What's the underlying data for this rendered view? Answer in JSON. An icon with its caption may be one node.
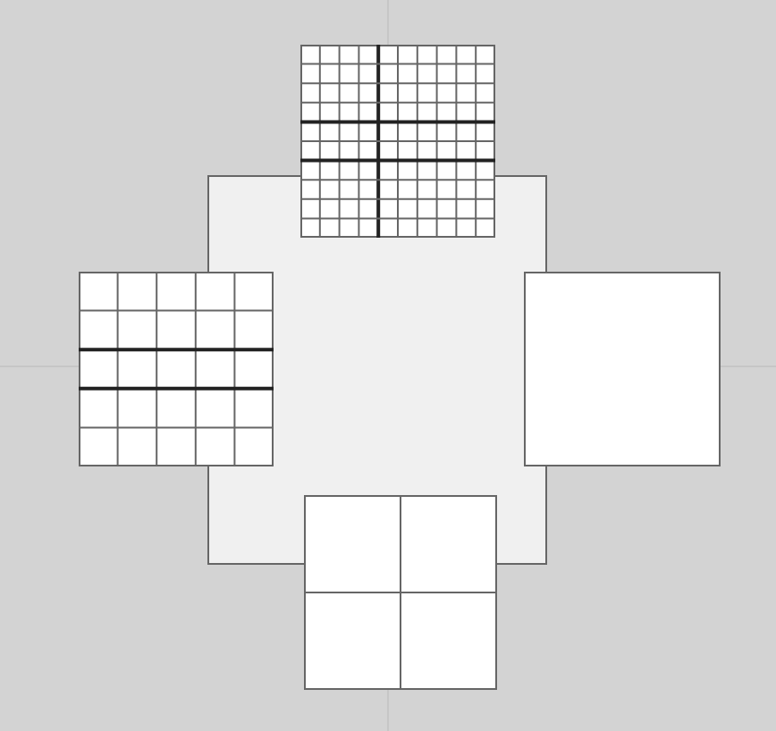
{
  "diagram": {
    "nodes": [
      {
        "text": [],
        "shape": "grid"
      },
      {
        "text": [],
        "shape": "grid"
      },
      {
        "text": [],
        "shape": "box"
      },
      {
        "text": [],
        "shape": "box"
      },
      {
        "text": [],
        "shape": "grid"
      }
    ]
  }
}
